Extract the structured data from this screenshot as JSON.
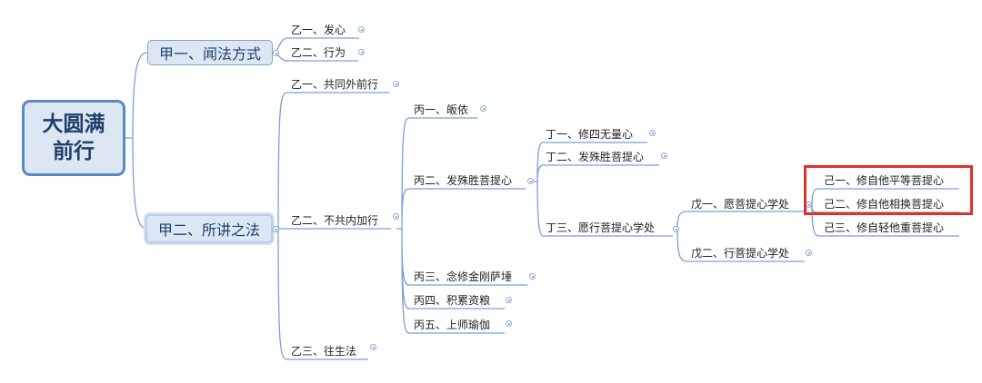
{
  "root": {
    "label": "大圆满\n前行"
  },
  "branches": [
    {
      "label": "甲一、闻法方式",
      "children": [
        "乙一、发心",
        "乙二、行为"
      ]
    },
    {
      "label": "甲二、所讲之法",
      "children": [
        "乙一、共同外前行",
        "乙二、不共内加行",
        "乙三、往生法"
      ]
    }
  ],
  "level_bing": [
    "丙一、皈依",
    "丙二、发殊胜菩提心",
    "丙三、念修金刚萨埵",
    "丙四、积累资粮",
    "丙五、上师瑜伽"
  ],
  "level_ding": [
    "丁一、修四无量心",
    "丁二、发殊胜菩提心",
    "丁三、愿行菩提心学处"
  ],
  "level_wu": [
    "戊一、愿菩提心学处",
    "戊二、行菩提心学处"
  ],
  "level_ji": [
    "己一、修自他平等菩提心",
    "己二、修自他相换菩提心",
    "己三、修自轻他重菩提心"
  ],
  "colors": {
    "line": "#7aa0cf",
    "node_fill": "#dde7f3",
    "node_border": "#5b88c0",
    "highlight": "#e0312c"
  }
}
